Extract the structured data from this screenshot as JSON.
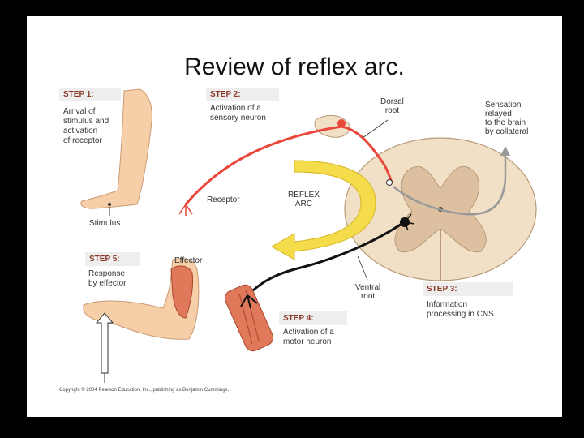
{
  "title": "Review of reflex arc.",
  "steps": [
    {
      "heading": "STEP 1:",
      "text": "Arrival of\nstimulus and\nactivation\nof receptor"
    },
    {
      "heading": "STEP 2:",
      "text": "Activation of a\nsensory neuron"
    },
    {
      "heading": "STEP 3:",
      "text": "Information\nprocessing in CNS"
    },
    {
      "heading": "STEP 4:",
      "text": "Activation of a\nmotor neuron"
    },
    {
      "heading": "STEP 5:",
      "text": "Response\nby effector"
    }
  ],
  "labels": {
    "dorsal_root": "Dorsal\nroot",
    "sensation": "Sensation\nrelayed\nto the brain\nby collateral",
    "receptor": "Receptor",
    "reflex_arc": "REFLEX\nARC",
    "stimulus": "Stimulus",
    "effector": "Effector",
    "ventral_root": "Ventral\nroot"
  },
  "copyright": "Copyright © 2004 Pearson Education, Inc., publishing as Benjamin Cummings.",
  "colors": {
    "sensory_neuron": "#e8473a",
    "reflex_arrow": "#f5dc4a",
    "motor_neuron": "#111111",
    "spinal_cord": "#f1dfc6",
    "gray_matter": "#dcc0a0",
    "skin": "#f6cfa8",
    "muscle": "#e0785a",
    "step_heading": "#8a3a2a"
  }
}
